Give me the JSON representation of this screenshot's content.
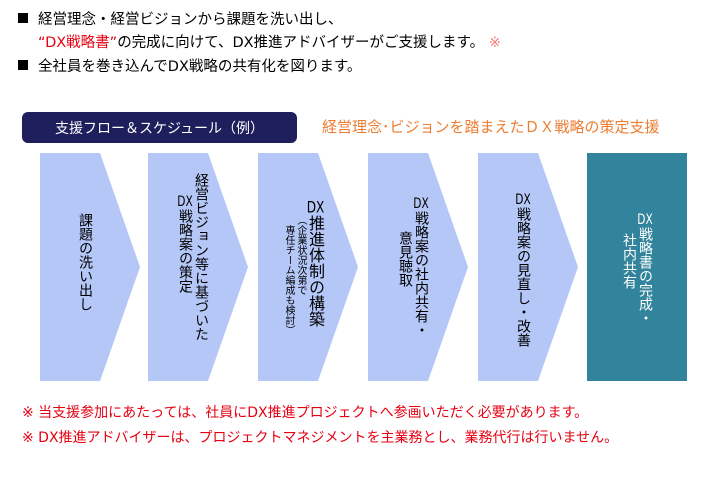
{
  "bullets": {
    "line1": "経営理念・経営ビジョンから課題を洗い出し、",
    "line2_red": "“DX戦略書”",
    "line2_rest": "の完成に向けて、DX推進アドバイザーがご支援します。",
    "line2_mark": "※",
    "line3": "全社員を巻き込んでDX戦略の共有化を図ります。"
  },
  "flow_label": "支援フロー＆スケジュール（例）",
  "flow_title": "経営理念･ビジョンを踏まえたＤＸ戦略の策定支援",
  "steps": [
    {
      "lines": [
        "課題の洗い出し"
      ]
    },
    {
      "lines": [
        "経営ビジョン等に基づいた",
        "戦略案の策定"
      ],
      "dx": "DX"
    },
    {
      "main": "推進体制の構築",
      "dx": "DX",
      "notes": [
        "（企業状況次第で",
        "専任チーム編成も検討）"
      ]
    },
    {
      "dx": "DX",
      "lines": [
        "戦略案の社内共有・",
        "意見聴取"
      ]
    },
    {
      "dx": "DX",
      "lines": [
        "戦略案の見直し・改善"
      ]
    },
    {
      "dx": "DX",
      "lines": [
        "戦略書の完成・",
        "社内共有"
      ]
    }
  ],
  "footnotes": [
    "※ 当支援参加にあたっては、社員にDX推進プロジェクトへ参画いただく必要があります。",
    "※ DX推進アドバイザーは、プロジェクトマネジメントを主業務とし、業務代行は行いません。"
  ],
  "colors": {
    "navy": "#1f1f5e",
    "orange": "#ed7d31",
    "chevron": "#b4c7f7",
    "final": "#31849b",
    "red": "#e60012"
  }
}
